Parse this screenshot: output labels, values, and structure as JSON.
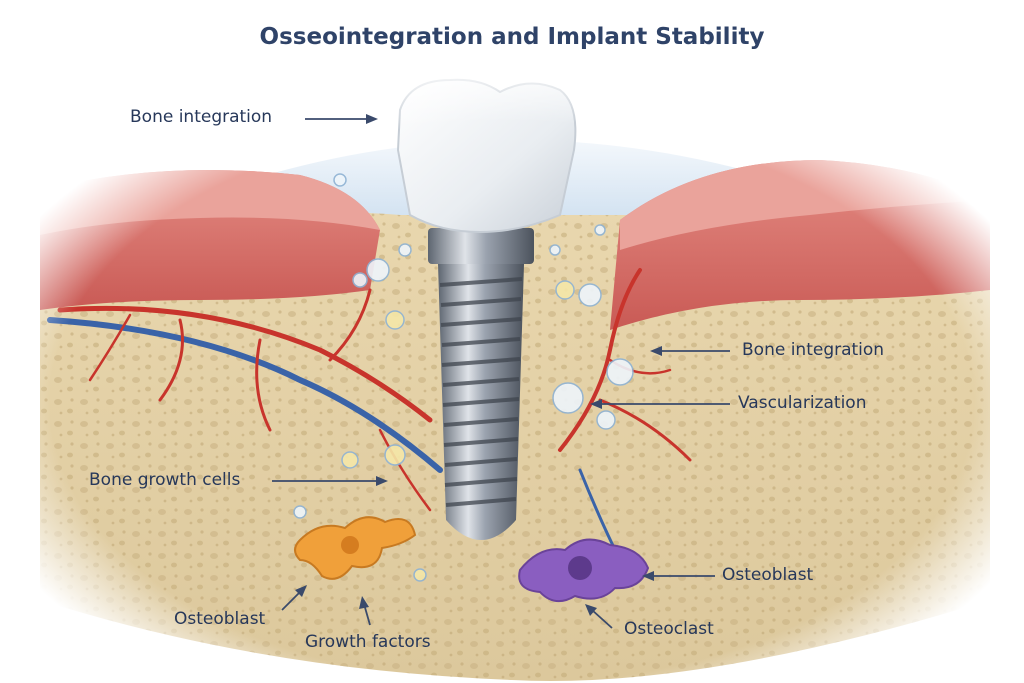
{
  "diagram": {
    "title": "Osseointegration and Implant Stability",
    "labels": {
      "bone_integration_top": "Bone integration",
      "bone_integration_right": "Bone integration",
      "vascularization": "Vascularization",
      "bone_growth_cells": "Bone growth cells",
      "osteoblast_right": "Osteoblast",
      "osteoclast": "Osteoclast",
      "osteoblast_left": "Osteoblast",
      "growth_factors": "Growth factors"
    }
  },
  "colors": {
    "title": "#2f4368",
    "label_text": "#27385a",
    "gum": "#d86c66",
    "bone": "#e3d0a6",
    "artery": "#c8342c",
    "vein": "#3a63a8",
    "implant": "#9aa2ae",
    "crown": "#f4f6f8",
    "osteoblast_cell": "#f0a03a",
    "osteoclast_cell": "#8a5ec0"
  }
}
